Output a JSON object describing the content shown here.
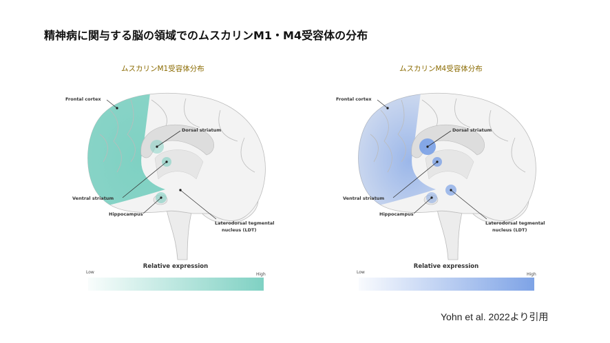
{
  "title": "精神病に関与する脳の領域でのムスカリンM1・M4受容体の分布",
  "panels": [
    {
      "title": "ムスカリンM1受容体分布",
      "color": "#7fd1c3",
      "labels": {
        "frontal": "Frontal cortex",
        "dorsal": "Dorsal striatum",
        "ventral": "Ventral striatum",
        "hippo": "Hippocampus",
        "ldt1": "Laterodorsal tegmental",
        "ldt2": "nucleus (LDT)"
      },
      "legend": {
        "title": "Relative expression",
        "low": "Low",
        "high": "High"
      }
    },
    {
      "title": "ムスカリンM4受容体分布",
      "color": "#7ea3e6",
      "labels": {
        "frontal": "Frontal cortex",
        "dorsal": "Dorsal striatum",
        "ventral": "Ventral striatum",
        "hippo": "Hippocampus",
        "ldt1": "Laterodorsal tegmental",
        "ldt2": "nucleus (LDT)"
      },
      "legend": {
        "title": "Relative expression",
        "low": "Low",
        "high": "High"
      }
    }
  ],
  "citation": "Yohn et al. 2022より引用"
}
